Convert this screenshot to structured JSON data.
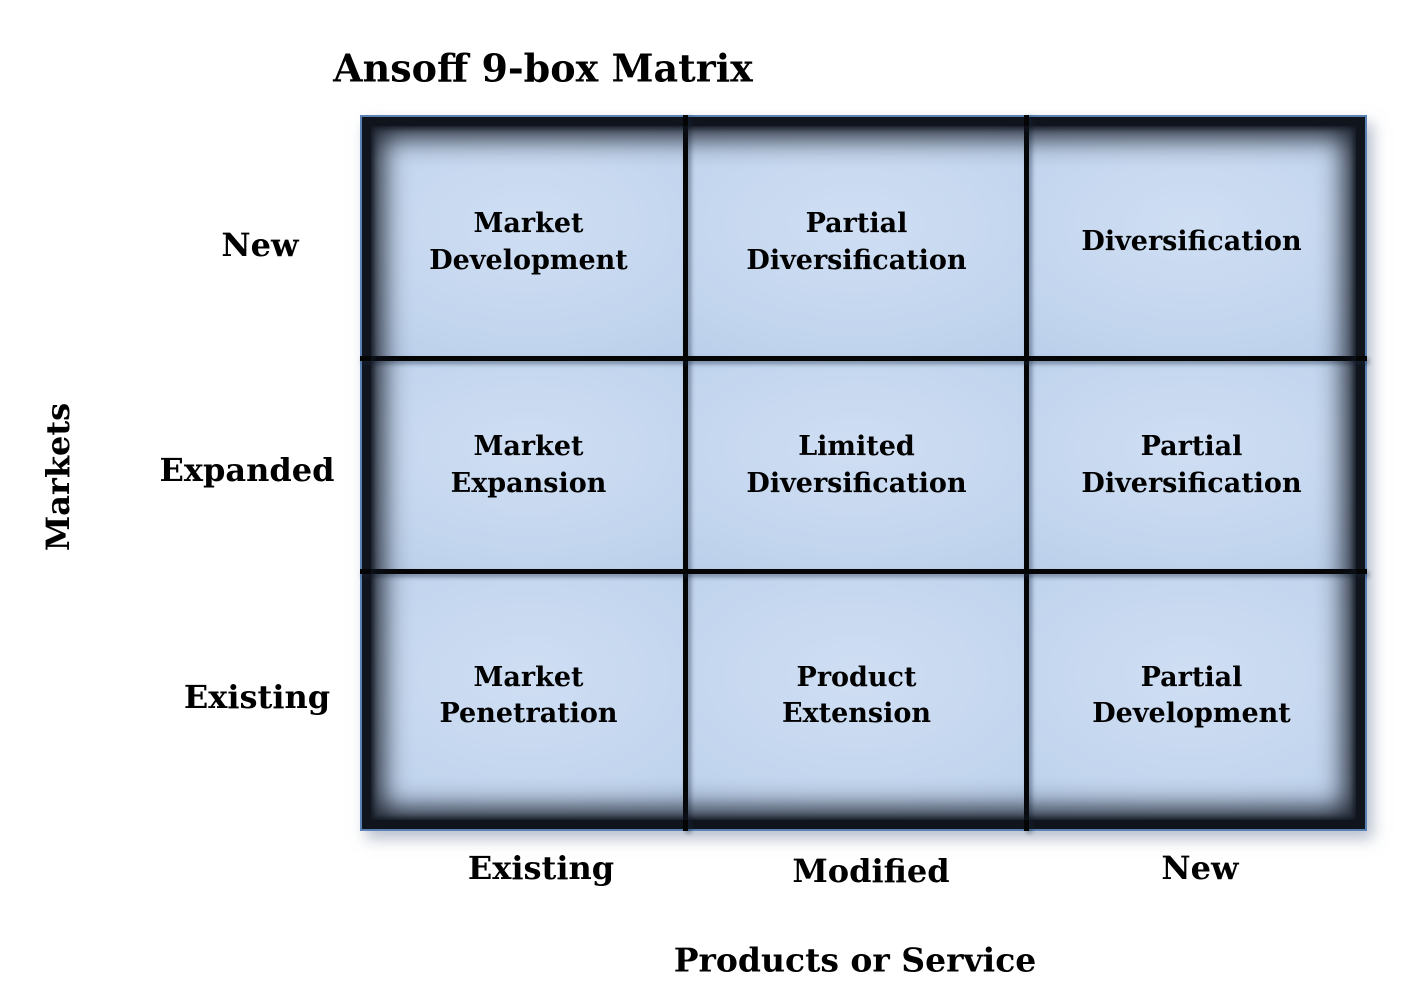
{
  "title": "Ansoff 9-box Matrix",
  "y_axis": {
    "label": "Markets",
    "categories": [
      "New",
      "Expanded",
      "Existing"
    ]
  },
  "x_axis": {
    "label": "Products or Service",
    "categories": [
      "Existing",
      "Modified",
      "New"
    ]
  },
  "matrix": {
    "rows": [
      {
        "market": "New",
        "cells": [
          "Market Development",
          "Partial Diversification",
          "Diversification"
        ]
      },
      {
        "market": "Expanded",
        "cells": [
          "Market Expansion",
          "Limited Diversification",
          "Partial Diversification"
        ]
      },
      {
        "market": "Existing",
        "cells": [
          "Market Penetration",
          "Product Extension",
          "Partial Development"
        ]
      }
    ]
  },
  "colors": {
    "cell_fill_center": "#cfdef3",
    "cell_fill_edge": "#aec5e6",
    "frame_dark": "#10151d",
    "frame_outline_blue": "#5b82b4",
    "grid_line": "#000000",
    "text": "#000000",
    "background": "#ffffff"
  }
}
